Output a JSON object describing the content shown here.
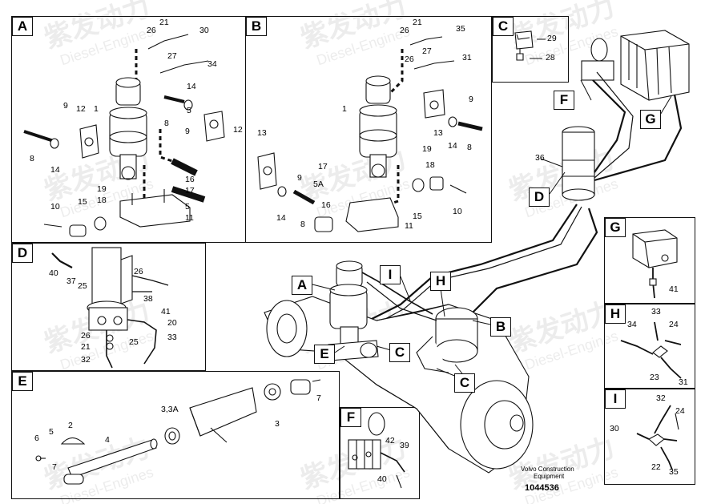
{
  "panels": {
    "A": {
      "label": "A",
      "callouts": [
        "21",
        "26",
        "30",
        "27",
        "34",
        "14",
        "1",
        "9",
        "12",
        "5",
        "12",
        "8",
        "9",
        "14",
        "8",
        "19",
        "18",
        "15",
        "16",
        "17",
        "10",
        "5",
        "11"
      ]
    },
    "B": {
      "label": "B",
      "callouts": [
        "21",
        "26",
        "35",
        "27",
        "26",
        "31",
        "1",
        "9",
        "13",
        "14",
        "8",
        "13",
        "19",
        "18",
        "17",
        "9",
        "5A",
        "16",
        "14",
        "8",
        "15",
        "10",
        "11"
      ]
    },
    "C": {
      "label": "C",
      "callouts": [
        "29",
        "28"
      ]
    },
    "D": {
      "label": "D",
      "callouts": [
        "40",
        "37",
        "25",
        "26",
        "38",
        "41",
        "20",
        "33",
        "26",
        "21",
        "25",
        "32"
      ]
    },
    "E": {
      "label": "E",
      "callouts": [
        "2",
        "5",
        "6",
        "4",
        "7",
        "3,3A",
        "3",
        "7"
      ]
    },
    "F": {
      "label": "F",
      "callouts": [
        "42",
        "39",
        "40"
      ]
    },
    "G": {
      "label": "G",
      "callouts": [
        "41"
      ]
    },
    "H": {
      "label": "H",
      "callouts": [
        "33",
        "34",
        "24",
        "23",
        "31"
      ]
    },
    "I": {
      "label": "I",
      "callouts": [
        "32",
        "30",
        "24",
        "22",
        "35"
      ]
    }
  },
  "overview": {
    "flags": [
      "F",
      "G",
      "D",
      "A",
      "I",
      "H",
      "B",
      "E",
      "C",
      "C"
    ],
    "callouts": [
      "36"
    ]
  },
  "footer": {
    "brand_line1": "Volvo Construction",
    "brand_line2": "Equipment",
    "drawing_number": "1044536"
  },
  "watermark": {
    "text": "紫发动力",
    "subtext": "Diesel-Engines"
  }
}
